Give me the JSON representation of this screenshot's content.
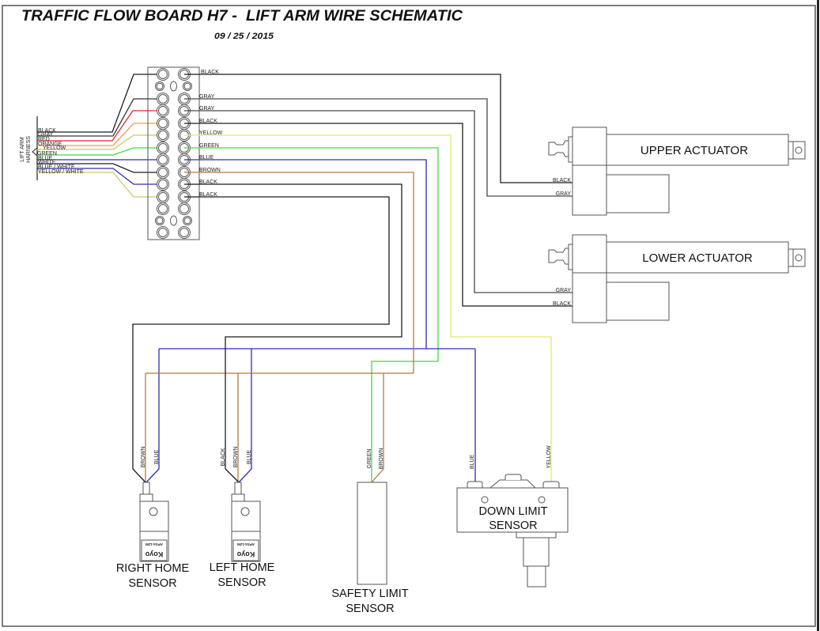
{
  "title": "TRAFFIC FLOW BOARD H7 -  LIFT ARM WIRE SCHEMATIC",
  "date": "09 / 25 / 2015",
  "colors": {
    "black": "#1c1c1c",
    "gray": "#4a4a4a",
    "red": "#e3262b",
    "orange": "#ee9f52",
    "yellow": "#e6e66e",
    "olive_yellow": "#c9c95c",
    "green": "#4ad24a",
    "blue": "#2d2db5",
    "brown": "#b7783c",
    "outline": "#555555"
  },
  "harness": {
    "label_line1": "LIFT ARM",
    "label_line2": "HARNESS",
    "wires": [
      {
        "label": "BLACK",
        "color": "#1c1c1c"
      },
      {
        "label": "GRAY",
        "color": "#333333"
      },
      {
        "label": "RED",
        "color": "#e3262b"
      },
      {
        "label": "ORANGE",
        "color": "#ee9f52"
      },
      {
        "label": "YELLOW",
        "color": "#c9c95c"
      },
      {
        "label": "GREEN",
        "color": "#4ad24a"
      },
      {
        "label": "BLUE",
        "color": "#2d2db5"
      },
      {
        "label": "WHITE",
        "color": "#1c1c1c"
      },
      {
        "label": "BLUE / WHITE",
        "color": "#2d2db5"
      },
      {
        "label": "YELLOW / WHITE",
        "color": "#c9c95c"
      }
    ]
  },
  "terminal_block": {
    "output_wires": [
      {
        "label": "BLACK",
        "color": "#1c1c1c"
      },
      {
        "label": "GRAY",
        "color": "#4a4a4a"
      },
      {
        "label": "GRAY",
        "color": "#4a4a4a"
      },
      {
        "label": "BLACK",
        "color": "#1c1c1c"
      },
      {
        "label": "YELLOW",
        "color": "#e6e66e"
      },
      {
        "label": "GREEN",
        "color": "#4ad24a"
      },
      {
        "label": "BLUE",
        "color": "#2d2db5"
      },
      {
        "label": "BROWN",
        "color": "#b7783c"
      },
      {
        "label": "BLACK",
        "color": "#1c1c1c"
      },
      {
        "label": "BLACK",
        "color": "#1c1c1c"
      }
    ]
  },
  "components": {
    "upper_actuator": {
      "label": "UPPER ACTUATOR",
      "wires": [
        "BLACK",
        "GRAY"
      ]
    },
    "lower_actuator": {
      "label": "LOWER ACTUATOR",
      "wires": [
        "GRAY",
        "BLACK"
      ]
    },
    "right_home_sensor": {
      "label_line1": "RIGHT HOME",
      "label_line2": "SENSOR",
      "wires": [
        "BROWN",
        "BLUE"
      ],
      "brand": "Koyo",
      "model": "APS4-12M"
    },
    "left_home_sensor": {
      "label_line1": "LEFT HOME",
      "label_line2": "SENSOR",
      "wires": [
        "BLACK",
        "BROWN",
        "BLUE"
      ],
      "brand": "Koyo",
      "model": "APS4-12M"
    },
    "safety_limit_sensor": {
      "label_line1": "SAFETY LIMIT",
      "label_line2": "SENSOR",
      "wires": [
        "GREEN",
        "BROWN"
      ]
    },
    "down_limit_sensor": {
      "label_line1": "DOWN LIMIT",
      "label_line2": "SENSOR",
      "wires": [
        "BLUE",
        "YELLOW"
      ]
    }
  }
}
